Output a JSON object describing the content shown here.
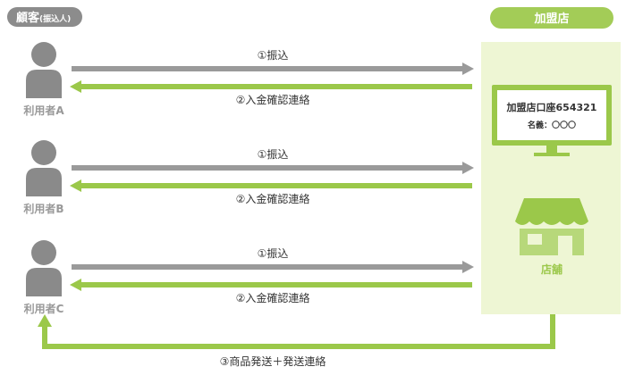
{
  "header": {
    "customer_main": "顧客",
    "customer_sub": "(振込人)",
    "merchant": "加盟店"
  },
  "users": [
    {
      "label": "利用者A"
    },
    {
      "label": "利用者B"
    },
    {
      "label": "利用者C"
    }
  ],
  "flows": {
    "transfer": "①振込",
    "confirm": "②入金確認連絡",
    "ship": "③商品発送＋発送連絡"
  },
  "monitor": {
    "account": "加盟店口座654321",
    "holder": "名義：〇〇〇"
  },
  "store": {
    "label": "店舗"
  },
  "colors": {
    "gray": "#9a9a9a",
    "green": "#9bc84a",
    "light_green": "#eef6d4",
    "person": "#8a8a8a",
    "pill_gray": "#8c8c8c",
    "pill_green": "#a3cc57"
  }
}
